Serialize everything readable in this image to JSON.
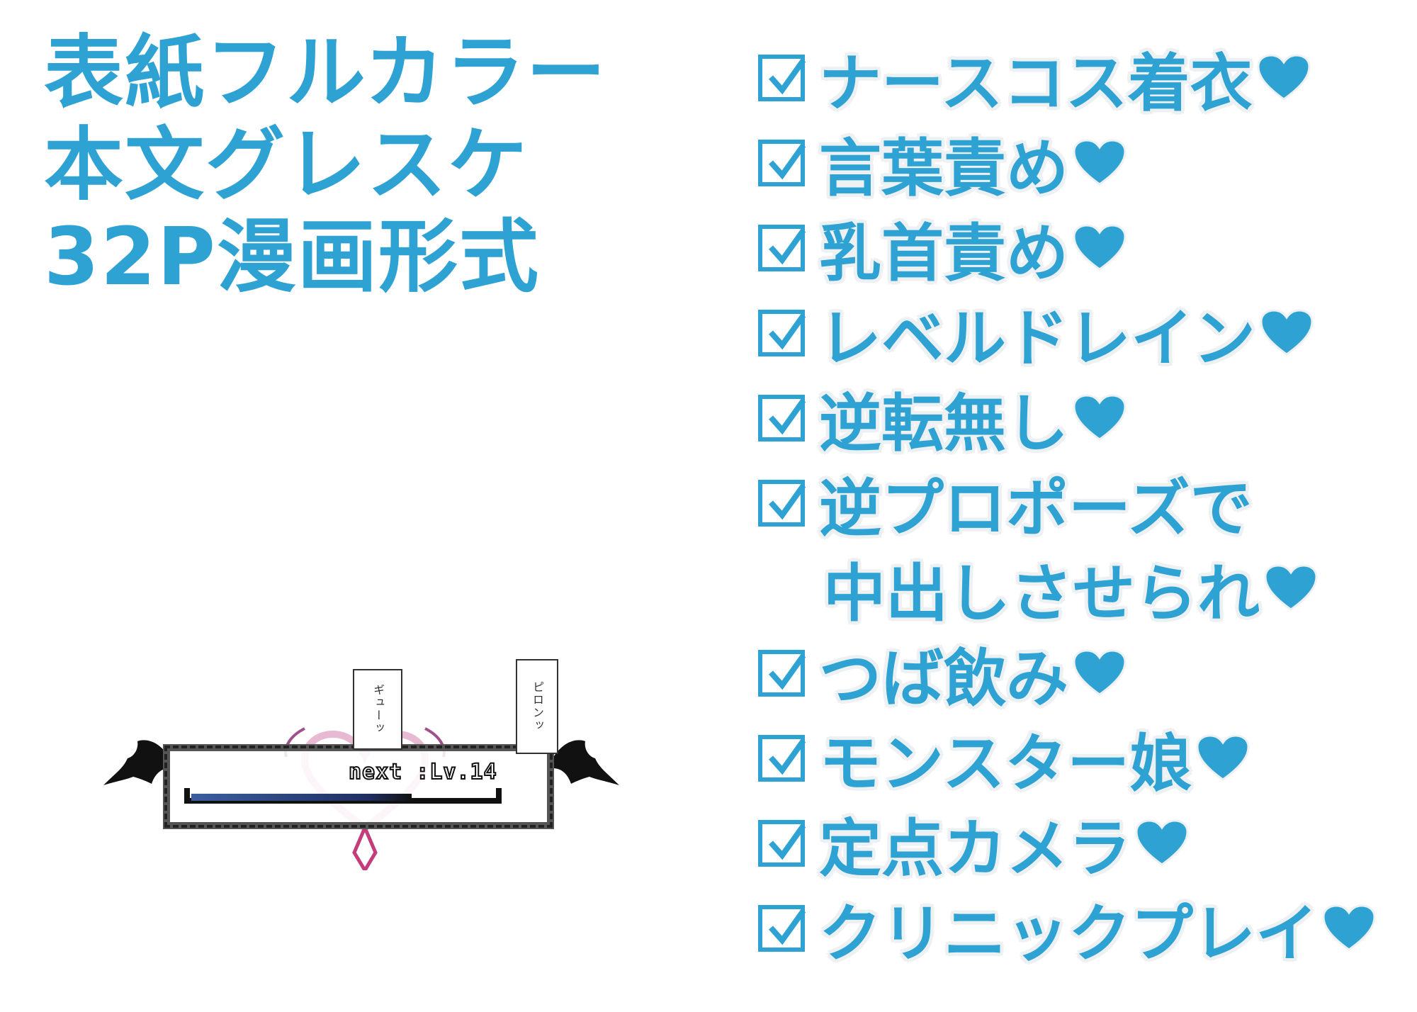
{
  "colors": {
    "accent": "#2ea3d3",
    "heart": "#2ea3d3",
    "outline": "#eef1f3"
  },
  "spec": {
    "line1": "表紙フルカラー",
    "line2": "本文グレスケ",
    "line3": "32P漫画形式"
  },
  "checklist": {
    "items": [
      "ナースコス着衣",
      "言葉責め",
      "乳首責め",
      "レベルドレイン",
      "逆転無し",
      "逆プロポーズで",
      "中出しさせられ",
      "つば飲み",
      "モンスター娘",
      "定点カメラ",
      "クリニックプレイ"
    ]
  },
  "hud": {
    "level_text": "next :Lv.14",
    "bubble_left": "ギューッ",
    "bubble_right": "ピロンッ",
    "progress": 0.72
  }
}
